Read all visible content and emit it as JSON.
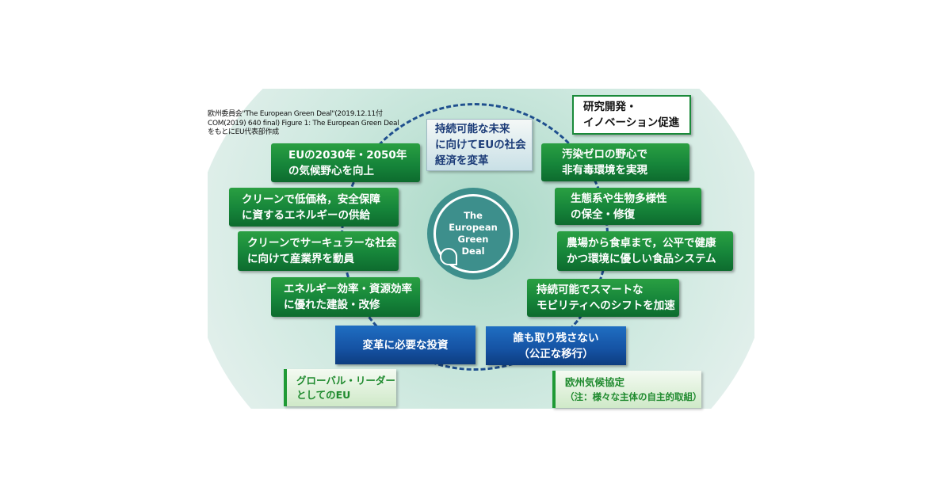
{
  "source_note": [
    "欧州委員会\"The European Green Deal\"(2019.12.11付",
    "COM(2019) 640 final) Figure 1: The European Green Deal",
    "をもとにEU代表部作成"
  ],
  "center": {
    "lines": [
      "The",
      "European",
      "Green",
      "Deal"
    ]
  },
  "top_goal": [
    "持続可能な未来",
    "に向けてEUの社会",
    "経済を変革"
  ],
  "research": [
    "研究開発・",
    "イノベーション促進"
  ],
  "left_items": [
    [
      "EUの2030年・2050年",
      "の気候野心を向上"
    ],
    [
      "クリーンで低価格，安全保障",
      "に資するエネルギーの供給"
    ],
    [
      "クリーンでサーキュラーな社会",
      "に向けて産業界を動員"
    ],
    [
      "エネルギー効率・資源効率",
      "に優れた建設・改修"
    ]
  ],
  "right_items": [
    [
      "汚染ゼロの野心で",
      "非有毒環境を実現"
    ],
    [
      "生態系や生物多様性",
      "の保全・修復"
    ],
    [
      "農場から食卓まで，公平で健康",
      "かつ環境に優しい食品システム"
    ],
    [
      "持続可能でスマートな",
      "モビリティへのシフトを加速"
    ]
  ],
  "blue_items": [
    [
      "変革に必要な投資"
    ],
    [
      "誰も取り残さない",
      "（公正な移行）"
    ]
  ],
  "global": [
    "グローバル・リーダー",
    "としてのEU"
  ],
  "pact": [
    "欧州気候協定",
    "（注：様々な主体の自主的取組）"
  ]
}
